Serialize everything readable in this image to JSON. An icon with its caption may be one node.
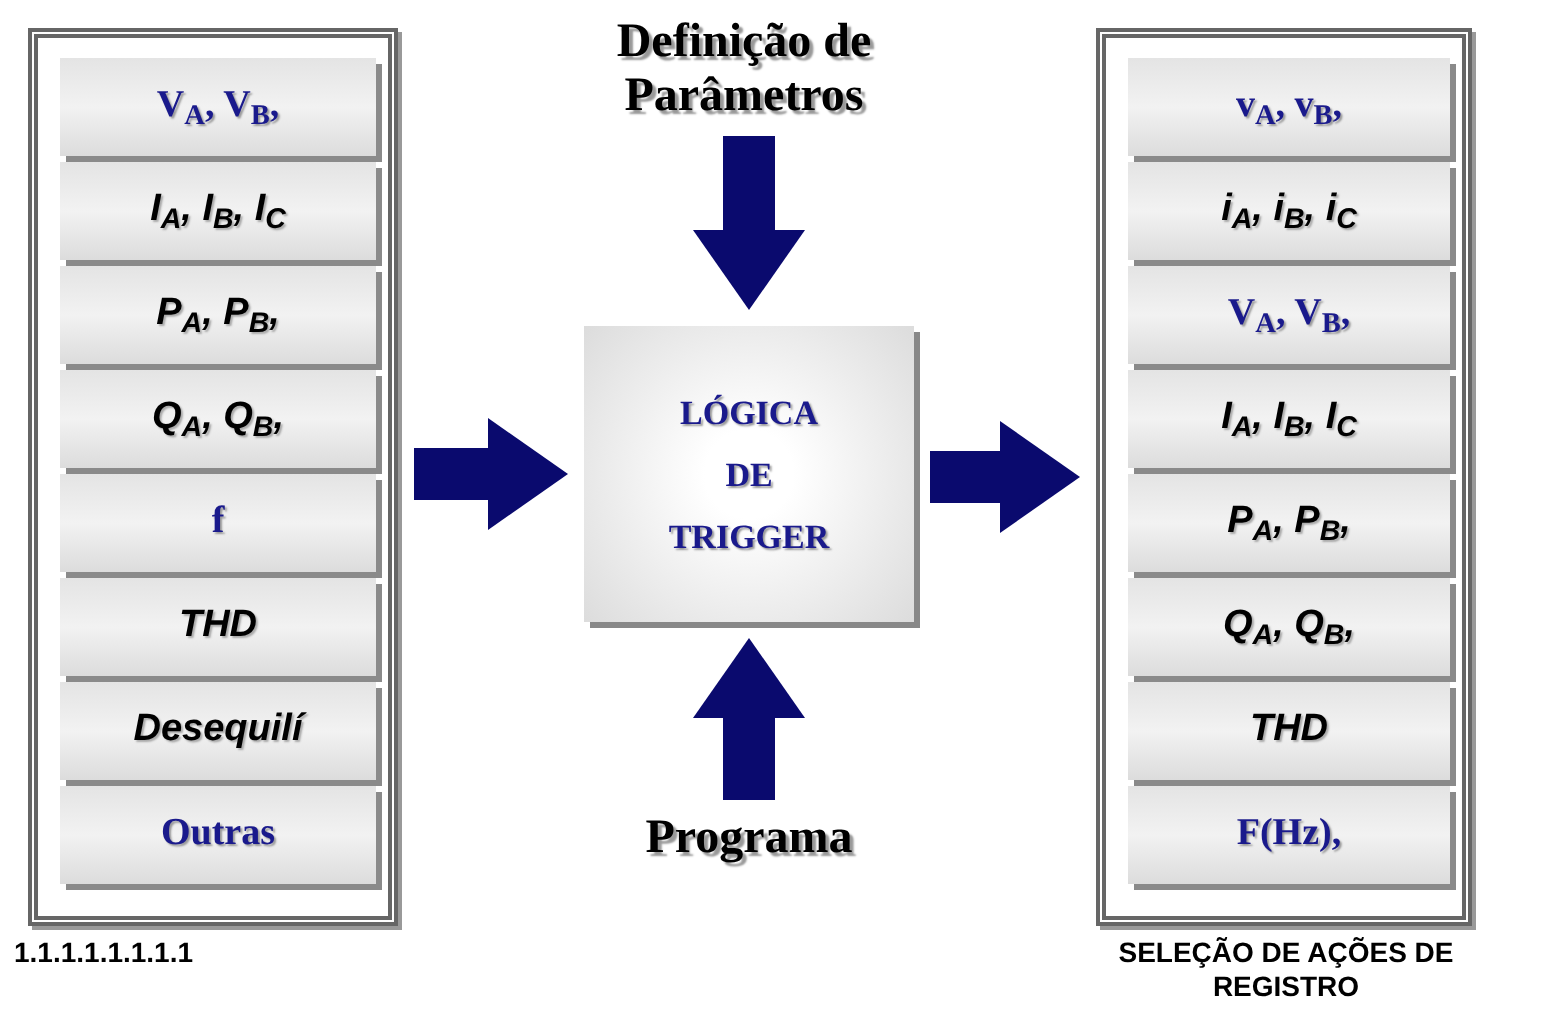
{
  "diagram": {
    "nodes": [
      {
        "text": [],
        "shape": "box",
        "beside": [
          "1.1.1.1.1.1.1.1"
        ]
      },
      {
        "text": [
          "V$_{A}$, V$_{B}$,"
        ],
        "in": 0
      },
      {
        "text": [
          "I$_{A}$, I$_{B}$, I$_{C}$"
        ],
        "in": 0
      },
      {
        "text": [
          "P$_{A}$, P$_{B}$,"
        ],
        "in": 0
      },
      {
        "text": [
          "Q$_{A}$, Q$_{B}$,"
        ],
        "in": 0
      },
      {
        "text": [
          "f"
        ],
        "in": 0
      },
      {
        "text": [
          "THD"
        ],
        "in": 0
      },
      {
        "text": [
          "Desequilí"
        ],
        "in": 0
      },
      {
        "text": [
          "Outras"
        ],
        "in": 0
      },
      {
        "text": [
          "LÓGICA DE TRIGGER"
        ]
      },
      {
        "text": [
          "Definição de Parâmetros"
        ]
      },
      {
        "text": [
          "Programa"
        ]
      },
      {
        "text": [],
        "shape": "box",
        "beside": [
          "SELEÇÃO DE AÇÕES DE REGISTRO"
        ]
      },
      {
        "text": [
          "v$_{A}$, v$_{B}$,"
        ],
        "in": 12
      },
      {
        "text": [
          "i$_{A}$, i$_{B}$, i$_{C}$"
        ],
        "in": 12
      },
      {
        "text": [
          "V$_{A}$, V$_{B}$,"
        ],
        "in": 12
      },
      {
        "text": [
          "I$_{A}$, I$_{B}$, I$_{C}$"
        ],
        "in": 12
      },
      {
        "text": [
          "P$_{A}$, P$_{B}$,"
        ],
        "in": 12
      },
      {
        "text": [
          "Q$_{A}$, Q$_{B}$,"
        ],
        "in": 12
      },
      {
        "text": [
          "THD"
        ],
        "in": 12
      },
      {
        "text": [
          "F(Hz),"
        ],
        "in": 12
      }
    ],
    "edges": [
      {
        "from": 0,
        "to": 9,
        "arrow": "to"
      },
      {
        "from": 10,
        "to": 9,
        "arrow": "to"
      },
      {
        "from": 11,
        "to": 9,
        "arrow": "to"
      },
      {
        "from": 9,
        "to": 12,
        "arrow": "to"
      }
    ]
  }
}
